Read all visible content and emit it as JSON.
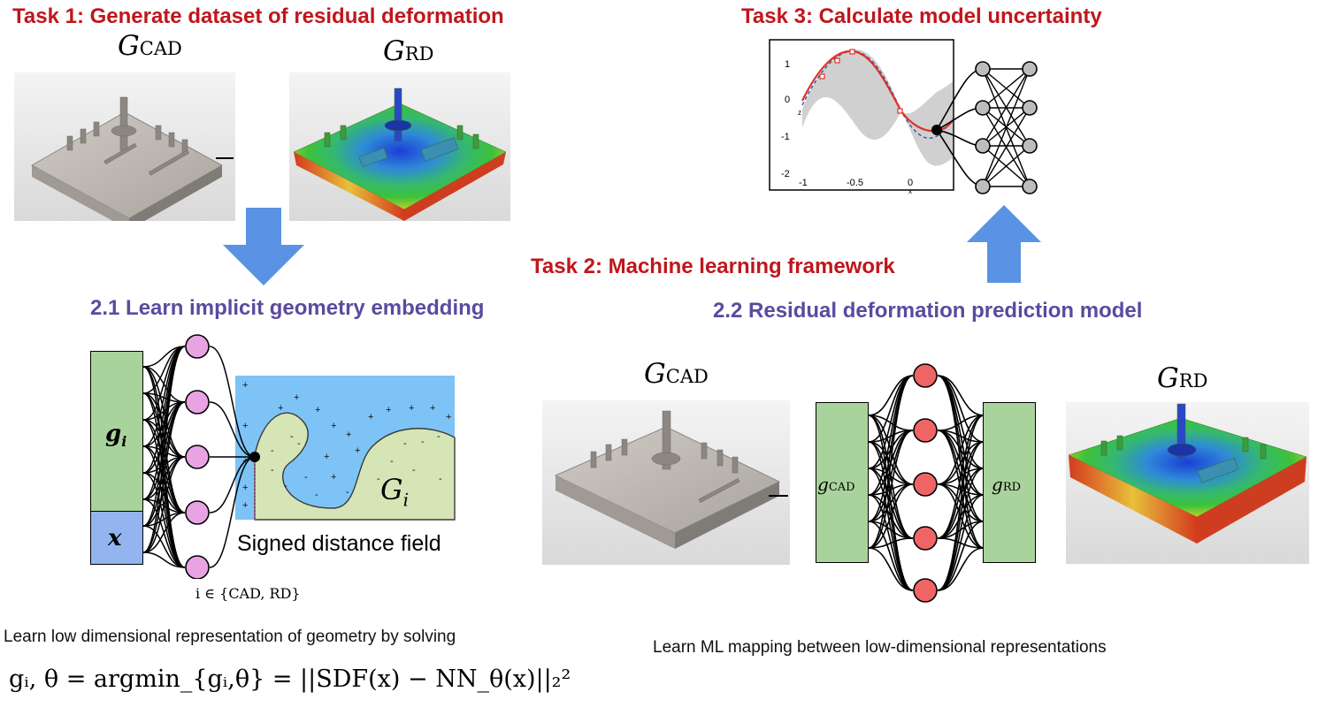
{
  "task1": {
    "title": "Task 1: Generate dataset of residual deformation"
  },
  "task2": {
    "title": "Task 2: Machine learning framework"
  },
  "task3": {
    "title": "Task 3: Calculate model uncertainty"
  },
  "section21": {
    "title": "2.1 Learn implicit geometry embedding",
    "latent_label": "g",
    "latent_sub": "i",
    "coord_label": "x",
    "sdf_label": "Signed distance field",
    "region_label": "G",
    "region_sub": "i",
    "index_label": "i ∈ {CAD, RD}",
    "description": "Learn low dimensional representation of geometry by solving",
    "equation": "gᵢ, θ = argmin_{gᵢ,θ} = ||SDF(x) − NN_θ(x)||₂²"
  },
  "section22": {
    "title": "2.2 Residual deformation prediction model",
    "input_label": "g",
    "input_sub": "CAD",
    "output_label": "g",
    "output_sub": "RD",
    "description": "Learn ML mapping between low-dimensional representations"
  },
  "geometry_labels": {
    "cad_main": "G",
    "cad_sub": "CAD",
    "rd_main": "G",
    "rd_sub": "RD"
  },
  "uncertainty_plot": {
    "y_ticks": [
      "1",
      "0",
      "-1",
      "-2"
    ],
    "x_ticks": [
      "-1",
      "-0.5",
      "0"
    ],
    "y_axis": "z",
    "x_axis": "x"
  },
  "colors": {
    "task_title": "#c0161c",
    "section_title": "#5b4a9e",
    "arrow": "#5b93e4",
    "latent_box": "#a9d39c",
    "coord_box": "#93b4ee",
    "neuron_embed": "#e8a3e3",
    "neuron_predict": "#ef6464",
    "neuron_uncertainty": "#bdbdbd",
    "sdf_outside": "#7ec3f5",
    "sdf_inside": "#d5e5b6"
  }
}
